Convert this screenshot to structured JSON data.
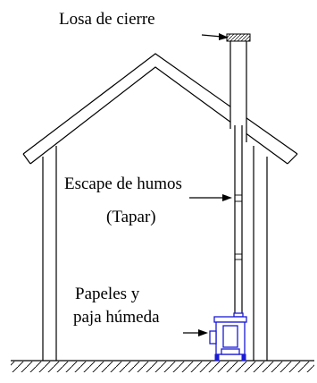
{
  "labels": {
    "closing_slab": "Losa de cierre",
    "smoke_exhaust_line1": "Escape de humos",
    "smoke_exhaust_line2": "(Tapar)",
    "papers_line1": "Papeles y",
    "papers_line2": "paja húmeda"
  },
  "colors": {
    "stove": "#1a1ad6",
    "lines": "#000000",
    "background": "#ffffff"
  }
}
